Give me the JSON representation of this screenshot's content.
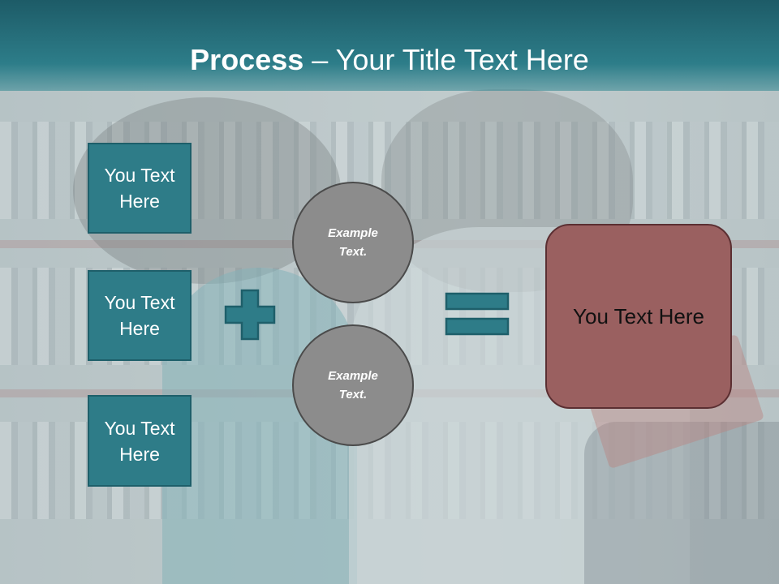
{
  "slide": {
    "title_bold": "Process",
    "title_rest": " – Your Title Text Here",
    "boxes": [
      {
        "label": "You Text Here"
      },
      {
        "label": "You Text Here"
      },
      {
        "label": "You Text Here"
      }
    ],
    "circles": [
      {
        "label": "Example Text."
      },
      {
        "label": "Example Text."
      }
    ],
    "operators": {
      "plus": "plus-icon",
      "equals": "equals-icon"
    },
    "result": {
      "label": "You Text Here"
    }
  },
  "colors": {
    "title_bar": "#2d7d89",
    "box_fill": "#2e7c88",
    "circle_fill": "#8c8c8c",
    "result_fill": "#9a6060"
  }
}
